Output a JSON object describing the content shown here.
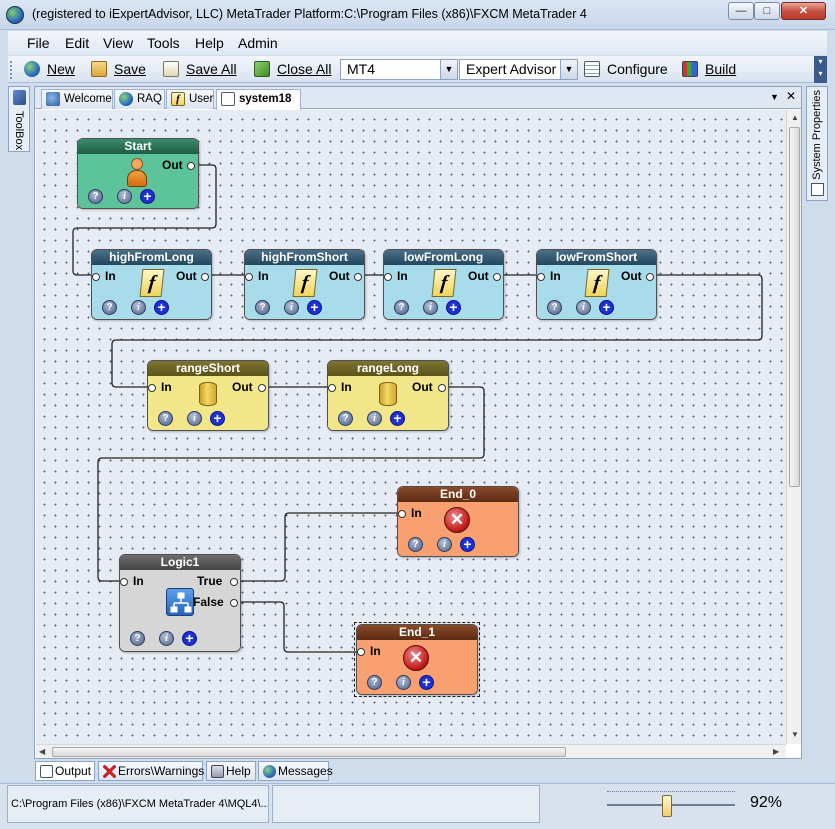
{
  "window": {
    "title": "(registered to iExpertAdvisor, LLC)  MetaTrader Platform:C:\\Program Files (x86)\\FXCM MetaTrader 4",
    "minimize_label": "—",
    "maximize_label": "□",
    "close_label": "✕"
  },
  "menu": {
    "items": [
      "File",
      "Edit",
      "View",
      "Tools",
      "Help",
      "Admin"
    ]
  },
  "toolbar": {
    "new_label": "New",
    "save_label": "Save",
    "save_all_label": "Save All",
    "close_all_label": "Close All",
    "platform_combo": "MT4",
    "type_combo": "Expert Advisor",
    "configure_label": "Configure",
    "build_label": "Build"
  },
  "side_strips": {
    "toolbox_label": "ToolBox",
    "system_properties_label": "System Properties"
  },
  "doc_tabs": [
    {
      "label": "Welcome",
      "active": false
    },
    {
      "label": "RAQ",
      "active": false
    },
    {
      "label": "User",
      "active": false
    },
    {
      "label": "system18",
      "active": true
    }
  ],
  "doc_tab_controls": {
    "dropdown": "▼",
    "close": "✕"
  },
  "nodes": {
    "start": {
      "title": "Start",
      "out_label": "Out",
      "color": "#5cc39b"
    },
    "highFromLong": {
      "title": "highFromLong",
      "in_label": "In",
      "out_label": "Out",
      "color": "#a9dcea"
    },
    "highFromShort": {
      "title": "highFromShort",
      "in_label": "In",
      "out_label": "Out",
      "color": "#a9dcea"
    },
    "lowFromLong": {
      "title": "lowFromLong",
      "in_label": "In",
      "out_label": "Out",
      "color": "#a9dcea"
    },
    "lowFromShort": {
      "title": "lowFromShort",
      "in_label": "In",
      "out_label": "Out",
      "color": "#a9dcea"
    },
    "rangeShort": {
      "title": "rangeShort",
      "in_label": "In",
      "out_label": "Out",
      "color": "#f2e68a"
    },
    "rangeLong": {
      "title": "rangeLong",
      "in_label": "In",
      "out_label": "Out",
      "color": "#f2e68a"
    },
    "end_0": {
      "title": "End_0",
      "in_label": "In",
      "color": "#f9a071"
    },
    "logic1": {
      "title": "Logic1",
      "in_label": "In",
      "true_label": "True",
      "false_label": "False",
      "color": "#d6d6d6"
    },
    "end_1": {
      "title": "End_1",
      "in_label": "In",
      "color": "#f9a071"
    }
  },
  "node_buttons": {
    "help": "?",
    "info": "i",
    "add": "+"
  },
  "function_glyph": "f",
  "end_glyph": "✕",
  "bottom_tabs": [
    "Output",
    "Errors\\Warnings",
    "Help",
    "Messages"
  ],
  "status": {
    "path": "C:\\Program Files (x86)\\FXCM MetaTrader 4\\MQL4\\...",
    "zoom": "92%",
    "zoom_fraction": 0.45
  }
}
